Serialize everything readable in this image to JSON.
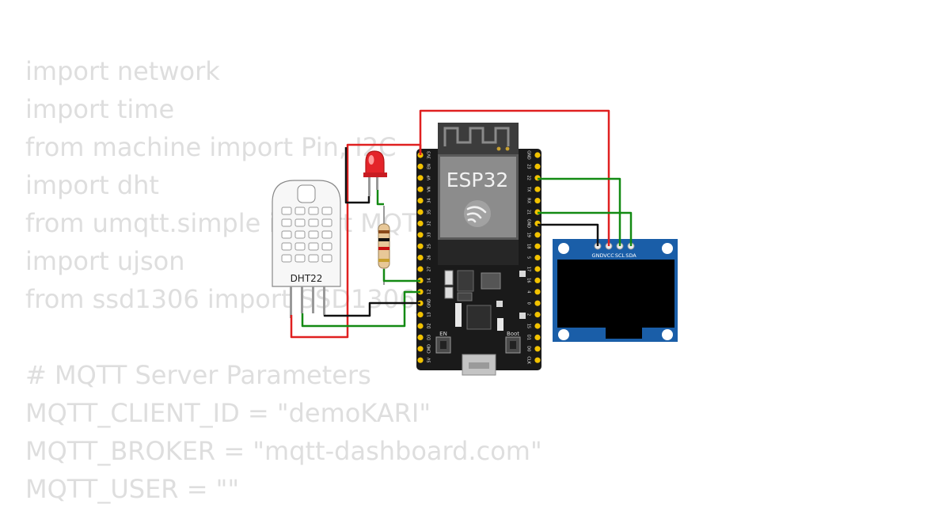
{
  "code_lines": [
    "import network",
    "import time",
    "from machine import Pin, I2C",
    "import dht",
    "from umqtt.simple import MQTTClient",
    "import ujson",
    "from ssd1306 import SSD1306_I2C",
    "",
    "# MQTT Server Parameters",
    "MQTT_CLIENT_ID = \"demoKARI\"",
    "MQTT_BROKER = \"mqtt-dashboard.com\"",
    "MQTT_USER = \"\""
  ],
  "esp32": {
    "label": "ESP32",
    "left_pins": [
      "3V3",
      "EN",
      "VP",
      "VN",
      "34",
      "35",
      "32",
      "33",
      "25",
      "26",
      "27",
      "14",
      "12",
      "GND",
      "13",
      "D2",
      "D3",
      "CMD",
      "5V"
    ],
    "right_pins": [
      "GND",
      "23",
      "22",
      "TX",
      "RX",
      "21",
      "GND",
      "19",
      "18",
      "5",
      "17",
      "16",
      "4",
      "0",
      "2",
      "15",
      "D1",
      "D0",
      "CLK"
    ],
    "en_label": "EN",
    "boot_label": "Boot"
  },
  "dht22": {
    "label": "DHT22"
  },
  "oled": {
    "pins": [
      "GND",
      "VCC",
      "SCL",
      "SDA"
    ]
  },
  "colors": {
    "red": "#e02020",
    "green": "#138a13",
    "black": "#111111",
    "board": "#1a1a1a",
    "pcb_blue": "#1a5ea8"
  }
}
